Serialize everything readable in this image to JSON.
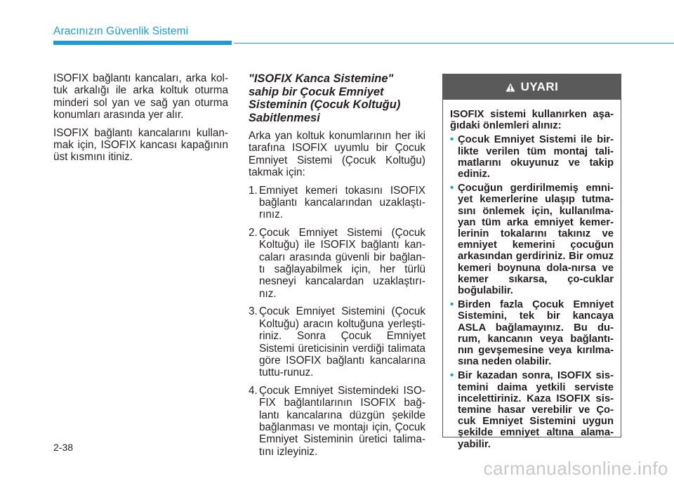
{
  "header": {
    "title": "Aracınızın Güvenlik Sistemi"
  },
  "col1": {
    "paragraphs": [
      "ISOFIX bağlantı kancaları, arka kol-tuk arkalığı ile arka koltuk oturma minderi sol yan ve sağ yan oturma konumları arasında yer alır.",
      "ISOFIX bağlantı kancalarını kullan-mak için, ISOFIX kancası kapağının üst kısmını itiniz."
    ]
  },
  "col2": {
    "title": "\"ISOFIX Kanca Sistemine\" sahip bir Çocuk Emniyet Sisteminin (Çocuk Koltuğu) Sabitlenmesi",
    "intro": "Arka yan koltuk konumlarının her iki tarafına ISOFIX uyumlu bir Çocuk Emniyet Sistemi (Çocuk Koltuğu) takmak için:",
    "steps": [
      {
        "num": "1.",
        "text": "Emniyet kemeri tokasını ISOFIX bağlantı kancalarından uzaklaştı-rınız."
      },
      {
        "num": "2.",
        "text": "Çocuk Emniyet Sistemi (Çocuk Koltuğu) ile ISOFIX bağlantı kan-caları arasında güvenli bir bağlan-tı sağlayabilmek için, her türlü nesneyi kancalardan uzaklaştırı-nız."
      },
      {
        "num": "3.",
        "text": "Çocuk Emniyet Sistemini (Çocuk Koltuğu) aracın koltuğuna yerleşti-riniz. Sonra Çocuk Emniyet Sistemi üreticisinin verdiği talimata göre ISOFIX bağlantı kancalarına tuttu-runuz."
      },
      {
        "num": "4.",
        "text": "Çocuk Emniyet Sistemindeki ISO-FIX bağlantılarının ISOFIX bağ-lantı kancalarına düzgün şekilde bağlanması ve montajı için, Çocuk Emniyet Sisteminin üretici talima-tını izleyiniz."
      }
    ]
  },
  "warning": {
    "heading": "UYARI",
    "icon": "warning-triangle-icon",
    "intro": "ISOFIX sistemi kullanırken aşa-ğıdaki önlemleri alınız:",
    "bullet_glyph": "•",
    "bullets": [
      "Çocuk Emniyet Sistemi ile bir-likte verilen tüm montaj tali-matlarını okuyunuz ve takip ediniz.",
      "Çocuğun gerdirilmemiş emni-yet kemerlerine ulaşıp tutma-sını önlemek için, kullanılma-yan tüm arka emniyet kemer-lerinin tokalarını takınız ve emniyet kemerini çocuğun arkasından gerdiriniz. Bir omuz kemeri boynuna dola-nırsa ve kemer sıkarsa, ço-cuklar boğulabilir.",
      "Birden fazla Çocuk Emniyet Sistemini, tek bir kancaya ASLA bağlamayınız. Bu du-rum, kancanın veya bağlantı-nın gevşemesine veya kırılma-sına neden olabilir.",
      "Bir kazadan sonra, ISOFIX sis-temini daima yetkili serviste incelettiriniz. Kaza ISOFIX sis-temine hasar verebilir ve Ço-cuk Emniyet Sistemini uygun şekilde emniyet altına alama-yabilir."
    ]
  },
  "footer": {
    "page_number": "2-38"
  },
  "watermark": "carmanualsonline.info",
  "colors": {
    "accent": "#1e9ad6",
    "warning_header": "#5a5a5a"
  }
}
